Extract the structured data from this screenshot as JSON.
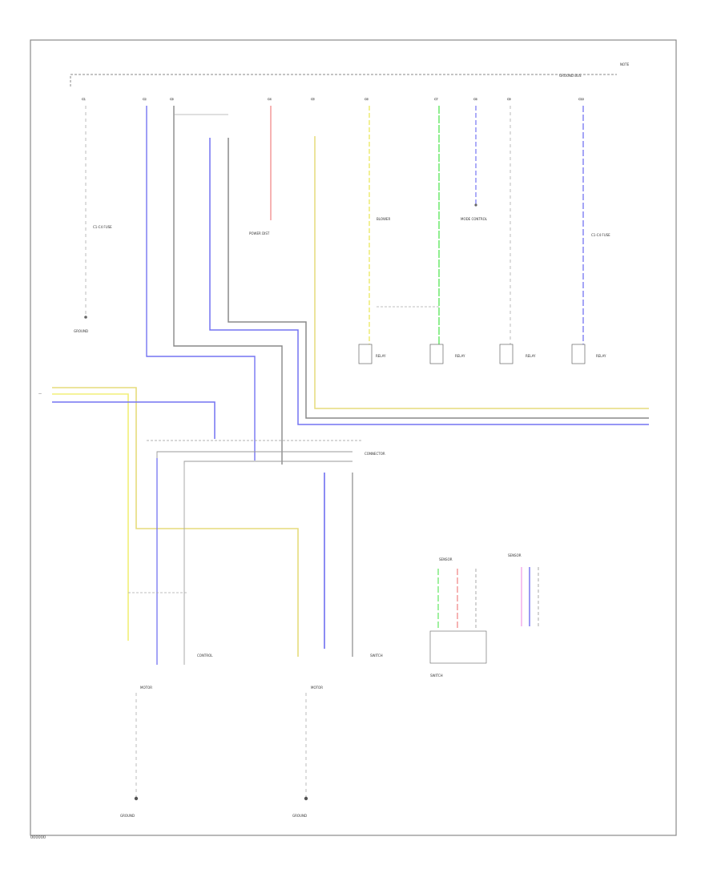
{
  "footer_code": "000000",
  "labels": {
    "ground_bus_label": "GROUND BUS",
    "corner_note": "NOTE",
    "main_fuse_label": "C1-C4 FUSE",
    "power_dist_label": "POWER DIST",
    "blower_label": "BLOWER",
    "left_ground": "GROUND",
    "bottom_left_motor": "MOTOR",
    "bottom_mid_motor": "MOTOR",
    "connector_block": "CONNECTOR",
    "mode_control_label": "MODE CONTROL",
    "mid_left_component": "CONTROL",
    "relay_a": "RELAY",
    "relay_b": "RELAY",
    "relay_c": "RELAY",
    "relay_d": "RELAY",
    "sw_bank_a": "SWITCH",
    "sw_bank_b": "SWITCH",
    "sensor_a": "SENSOR",
    "sensor_b": "SENSOR",
    "bottom_ground_left": "GROUND",
    "bottom_ground_mid": "GROUND"
  },
  "colors": {
    "yellow": "#f2ef78",
    "blue": "#6f6ff0",
    "green": "#7df07d",
    "red": "#f08a8a",
    "pink": "#f0a0e8",
    "gray": "#777777",
    "black": "#444444"
  }
}
